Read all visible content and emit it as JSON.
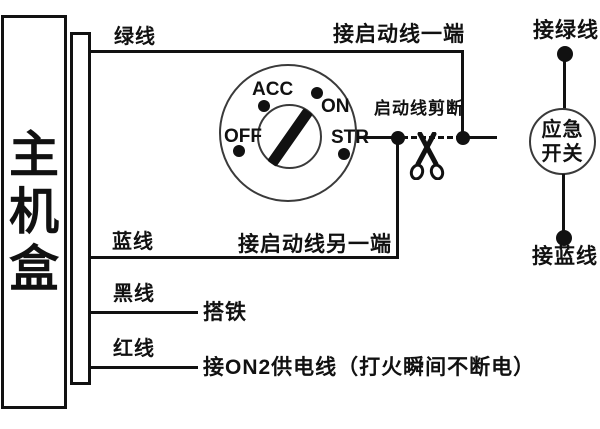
{
  "diagram_type": "car-alarm-ignition-wiring-diagram",
  "main_box": {
    "label": "主机盒",
    "chars": [
      "主",
      "机",
      "盒"
    ]
  },
  "wires": {
    "green": {
      "label": "绿线",
      "endpoint": "接启动线一端"
    },
    "blue": {
      "label": "蓝线",
      "endpoint": "接启动线另一端"
    },
    "black": {
      "label": "黑线",
      "endpoint": "搭铁"
    },
    "red": {
      "label": "红线",
      "endpoint": "接ON2供电线（打火瞬间不断电）"
    }
  },
  "ignition": {
    "positions": {
      "acc": "ACC",
      "on": "ON",
      "off": "OFF",
      "str": "STR"
    },
    "cut_note": "启动线剪断"
  },
  "emergency": {
    "top_label": "接绿线",
    "line1": "应急",
    "line2": "开关",
    "bottom_label": "接蓝线"
  },
  "icons": {
    "scissors": "✂"
  },
  "colors": {
    "line": "#111111",
    "circle_stroke": "#3a3a3a",
    "background": "#ffffff"
  }
}
